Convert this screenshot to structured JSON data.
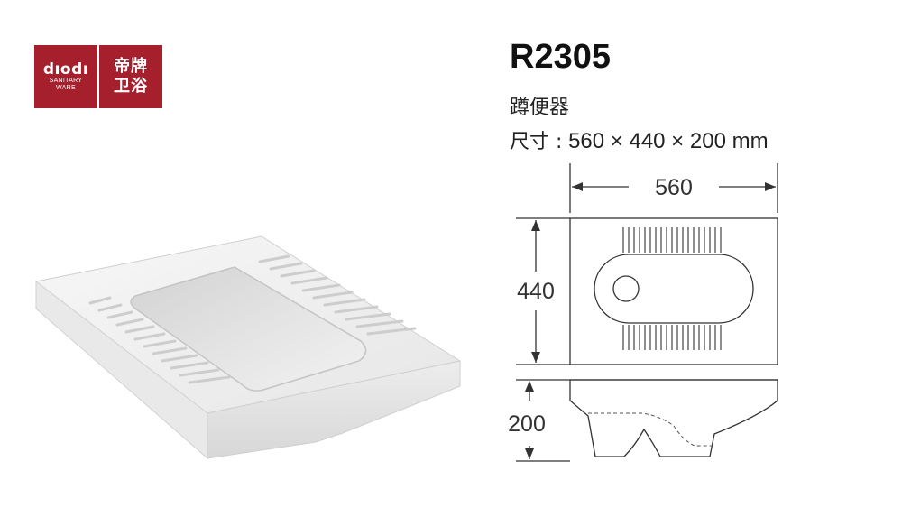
{
  "logo": {
    "brand": "dıodı",
    "sub_line1": "SANITARY",
    "sub_line2": "WARE",
    "cn_line1": "帝牌",
    "cn_line2": "卫浴",
    "color": "#a51f2d"
  },
  "product": {
    "model": "R2305",
    "type": "蹲便器",
    "size_label": "尺寸 :",
    "size_value": "560 × 440 × 200 mm"
  },
  "drawing": {
    "width_label": "560",
    "depth_label": "440",
    "height_label": "200"
  }
}
